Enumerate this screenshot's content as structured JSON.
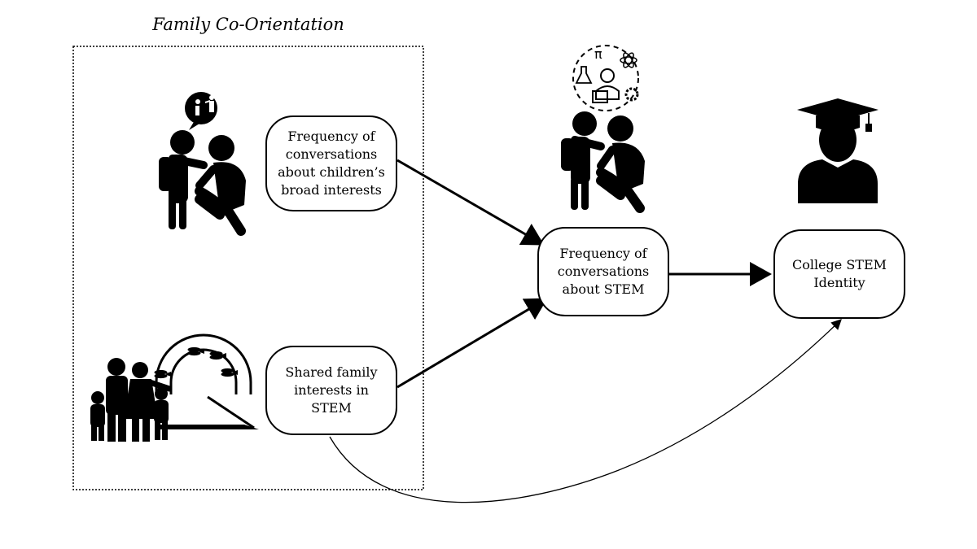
{
  "group": {
    "title": "Family Co-Orientation"
  },
  "nodes": {
    "broad_interests": "Frequency of conversations about children’s broad interests",
    "shared_interests": "Shared family interests in STEM",
    "stem_conversations": "Frequency of conversations about STEM",
    "stem_identity": "College STEM Identity"
  },
  "edges": [
    {
      "from": "broad_interests",
      "to": "stem_conversations",
      "style": "bold"
    },
    {
      "from": "shared_interests",
      "to": "stem_conversations",
      "style": "bold"
    },
    {
      "from": "stem_conversations",
      "to": "stem_identity",
      "style": "bold"
    },
    {
      "from": "shared_interests",
      "to": "stem_identity",
      "style": "thin-curve"
    }
  ],
  "icons": [
    "parent-child-talk-icon",
    "family-aquarium-icon",
    "stem-talk-icon",
    "graduate-icon"
  ]
}
